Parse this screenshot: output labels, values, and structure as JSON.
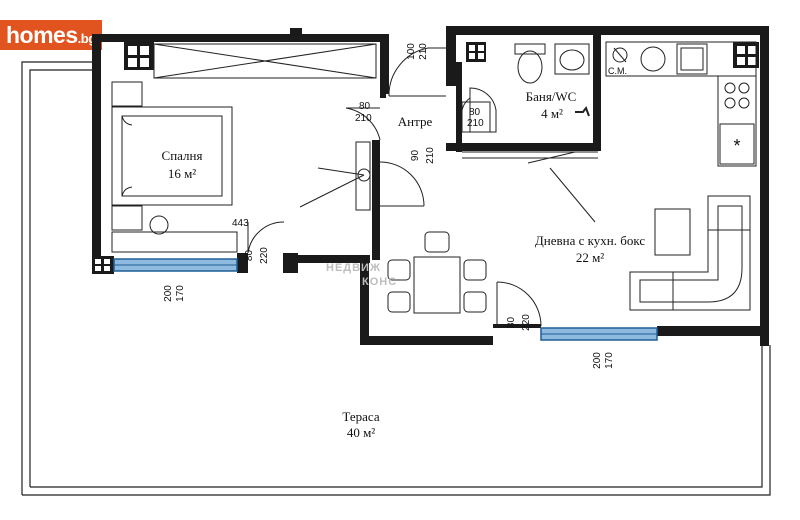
{
  "brand": {
    "name": "homes",
    "tld": ".bg",
    "color": "#e2541f"
  },
  "rooms": {
    "bedroom": {
      "name": "Спалня",
      "area": "16 м²"
    },
    "hall": {
      "name": "Антре"
    },
    "bathroom": {
      "name": "Баня/WC",
      "area": "4 м²"
    },
    "living": {
      "name": "Дневна с кухн. бокс",
      "area": "22 м²"
    },
    "terrace": {
      "name": "Тераса",
      "area": "40  м²"
    }
  },
  "dimensions": {
    "door_entry": {
      "w": "100",
      "h": "210"
    },
    "door_bedroom": {
      "w": "80",
      "h": "210"
    },
    "door_bath_small": {
      "w": "80",
      "h": "210"
    },
    "door_living": {
      "w": "90",
      "h": "210"
    },
    "door_bedroom_terrace": {
      "w": "80",
      "h": "220"
    },
    "door_living_terrace": {
      "w": "80",
      "h": "220"
    },
    "window_bedroom": {
      "w": "200",
      "h": "170"
    },
    "window_living": {
      "w": "200",
      "h": "170"
    },
    "wall_length": "443"
  },
  "appliances": {
    "washing_machine": "С.М."
  },
  "watermark": {
    "line1": "НЕДВИЖ",
    "line2": "КОНС"
  }
}
